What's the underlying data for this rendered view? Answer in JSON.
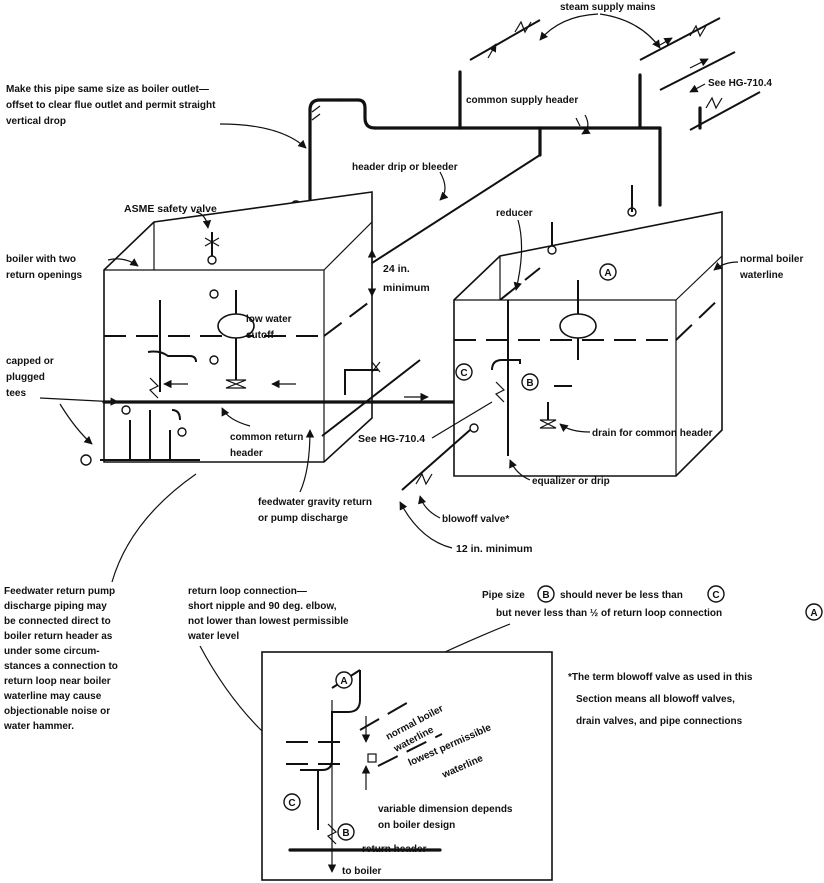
{
  "labels": {
    "steam_supply_mains": "steam supply mains",
    "pipe_note_1": "Make this pipe same size as boiler outlet—",
    "pipe_note_2": "offset to clear flue outlet and permit straight",
    "pipe_note_3": "vertical drop",
    "see_hg_top": "See HG-710.4",
    "common_supply_header": "common supply header",
    "header_drip": "header drip or bleeder",
    "asme_safety_valve": "ASME safety valve",
    "reducer": "reducer",
    "boiler_two_returns_1": "boiler with two",
    "boiler_two_returns_2": "return openings",
    "dim_24_1": "24 in.",
    "dim_24_2": "minimum",
    "normal_waterline_1": "normal boiler",
    "normal_waterline_2": "waterline",
    "low_water_cutoff_1": "low water",
    "low_water_cutoff_2": "cutoff",
    "capped_tees_1": "capped or",
    "capped_tees_2": "plugged",
    "capped_tees_3": "tees",
    "see_hg_mid": "See HG-710.4",
    "drain_common_header": "drain for common header",
    "common_return_1": "common return",
    "common_return_2": "header",
    "equalizer": "equalizer or drip",
    "blowoff_valve": "blowoff valve*",
    "feedwater_gravity_1": "feedwater gravity return",
    "feedwater_gravity_2": "or pump discharge",
    "dim_12": "12 in. minimum",
    "left_note": [
      "Feedwater return pump",
      "discharge piping may",
      "be connected direct to",
      "boiler return header as",
      "under some circum-",
      "stances a connection to",
      "return loop near boiler",
      "waterline may cause",
      "objectionable noise or",
      "water hammer."
    ],
    "return_loop": [
      "return loop connection—",
      "short nipple and 90 deg. elbow,",
      "not lower than lowest permissible",
      "water level"
    ],
    "pipe_size_1a": "Pipe size",
    "pipe_size_1b": "should never be less than",
    "pipe_size_2": "but never less than ½ of return loop connection",
    "footnote": [
      "*The term blowoff valve as used in this",
      "Section means all blowoff valves,",
      "drain valves, and pipe connections"
    ],
    "inset_normal_1": "normal boiler",
    "inset_normal_2": "waterline",
    "inset_lowest_1": "lowest permissible",
    "inset_lowest_2": "waterline",
    "variable_dim_1": "variable dimension depends",
    "variable_dim_2": "on boiler design",
    "return_header": "return header",
    "to_boiler": "to boiler",
    "marker_a": "A",
    "marker_b": "B",
    "marker_c": "C"
  }
}
